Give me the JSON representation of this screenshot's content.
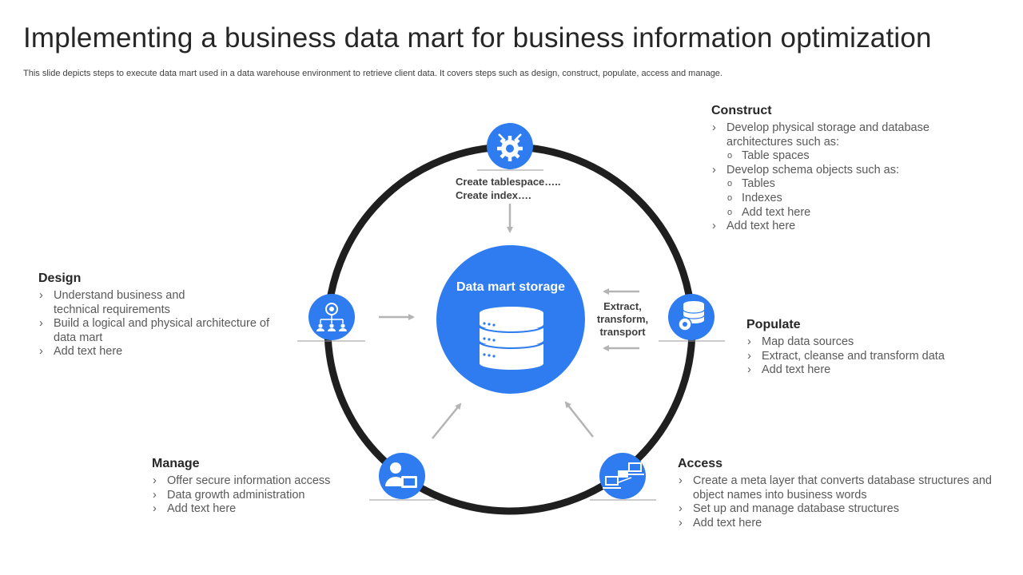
{
  "title": "Implementing a business data mart for business information optimization",
  "subtitle": "This slide depicts steps to execute data mart used in a data warehouse environment to retrieve client data. It covers steps such as design, construct, populate, access and manage.",
  "colors": {
    "accent": "#2f7cf0",
    "ring": "#1f1f1f",
    "arrow": "#b4b4b4"
  },
  "center": {
    "label": "Data mart storage",
    "icon": "database-icon"
  },
  "etl_label": [
    "Extract,",
    "transform,",
    "transport"
  ],
  "construct_note": [
    "Create tablespace…..",
    "Create index…."
  ],
  "nodes": {
    "construct": {
      "icon": "gear-tools-icon"
    },
    "design": {
      "icon": "org-chart-icon"
    },
    "populate": {
      "icon": "database-gear-icon"
    },
    "manage": {
      "icon": "user-monitor-icon"
    },
    "access": {
      "icon": "network-computers-icon"
    }
  },
  "sections": {
    "construct": {
      "heading": "Construct",
      "items": [
        {
          "text": "Develop physical storage and database",
          "level": 1
        },
        {
          "text": "architectures such as:",
          "level": 0
        },
        {
          "text": "Table spaces",
          "level": 2
        },
        {
          "text": "Develop schema objects such as:",
          "level": 1
        },
        {
          "text": "Tables",
          "level": 2
        },
        {
          "text": "Indexes",
          "level": 2
        },
        {
          "text": "Add text here",
          "level": 2
        },
        {
          "text": "Add text here",
          "level": 1
        }
      ]
    },
    "design": {
      "heading": "Design",
      "items": [
        {
          "text": "Understand business and",
          "level": 1
        },
        {
          "text": "technical requirements",
          "level": 0
        },
        {
          "text": "Build a logical and physical architecture of",
          "level": 1
        },
        {
          "text": "data mart",
          "level": 0
        },
        {
          "text": "Add text here",
          "level": 1
        }
      ]
    },
    "populate": {
      "heading": "Populate",
      "items": [
        {
          "text": "Map data sources",
          "level": 1
        },
        {
          "text": "Extract, cleanse and transform data",
          "level": 1
        },
        {
          "text": "Add text here",
          "level": 1
        }
      ]
    },
    "manage": {
      "heading": "Manage",
      "items": [
        {
          "text": "Offer secure information access",
          "level": 1
        },
        {
          "text": "Data growth administration",
          "level": 1
        },
        {
          "text": "Add text here",
          "level": 1
        }
      ]
    },
    "access": {
      "heading": "Access",
      "items": [
        {
          "text": "Create a meta layer that converts database structures and",
          "level": 1
        },
        {
          "text": "object names into business words",
          "level": 0
        },
        {
          "text": "Set up and manage database structures",
          "level": 1
        },
        {
          "text": "Add text here",
          "level": 1
        }
      ]
    }
  }
}
